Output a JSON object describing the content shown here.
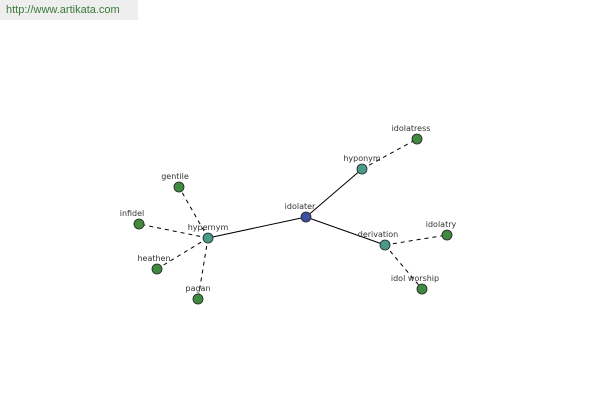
{
  "header": {
    "url_text": "http://www.artikata.com"
  },
  "colors": {
    "center": "#3d4fa0",
    "relation": "#4a9a8a",
    "leaf": "#3f8a3f",
    "url": "#3a7a3a"
  },
  "graph": {
    "nodes": [
      {
        "id": "idolater",
        "label": "idolater",
        "kind": "center"
      },
      {
        "id": "hypernym",
        "label": "hypernym",
        "kind": "relation"
      },
      {
        "id": "hyponym",
        "label": "hyponym",
        "kind": "relation"
      },
      {
        "id": "derivation",
        "label": "derivation",
        "kind": "relation"
      },
      {
        "id": "gentile",
        "label": "gentile",
        "kind": "leaf"
      },
      {
        "id": "infidel",
        "label": "infidel",
        "kind": "leaf"
      },
      {
        "id": "heathen",
        "label": "heathen",
        "kind": "leaf"
      },
      {
        "id": "pagan",
        "label": "pagan",
        "kind": "leaf"
      },
      {
        "id": "idolatress",
        "label": "idolatress",
        "kind": "leaf"
      },
      {
        "id": "idolatry",
        "label": "idolatry",
        "kind": "leaf"
      },
      {
        "id": "idolworship",
        "label": "idol worship",
        "kind": "leaf"
      }
    ],
    "edges": [
      {
        "from": "idolater",
        "to": "hypernym",
        "style": "solid"
      },
      {
        "from": "idolater",
        "to": "hyponym",
        "style": "solid"
      },
      {
        "from": "idolater",
        "to": "derivation",
        "style": "solid"
      },
      {
        "from": "hypernym",
        "to": "gentile",
        "style": "dashed"
      },
      {
        "from": "hypernym",
        "to": "infidel",
        "style": "dashed"
      },
      {
        "from": "hypernym",
        "to": "heathen",
        "style": "dashed"
      },
      {
        "from": "hypernym",
        "to": "pagan",
        "style": "dashed"
      },
      {
        "from": "hyponym",
        "to": "idolatress",
        "style": "dashed"
      },
      {
        "from": "derivation",
        "to": "idolatry",
        "style": "dashed"
      },
      {
        "from": "derivation",
        "to": "idolworship",
        "style": "dashed"
      }
    ]
  }
}
